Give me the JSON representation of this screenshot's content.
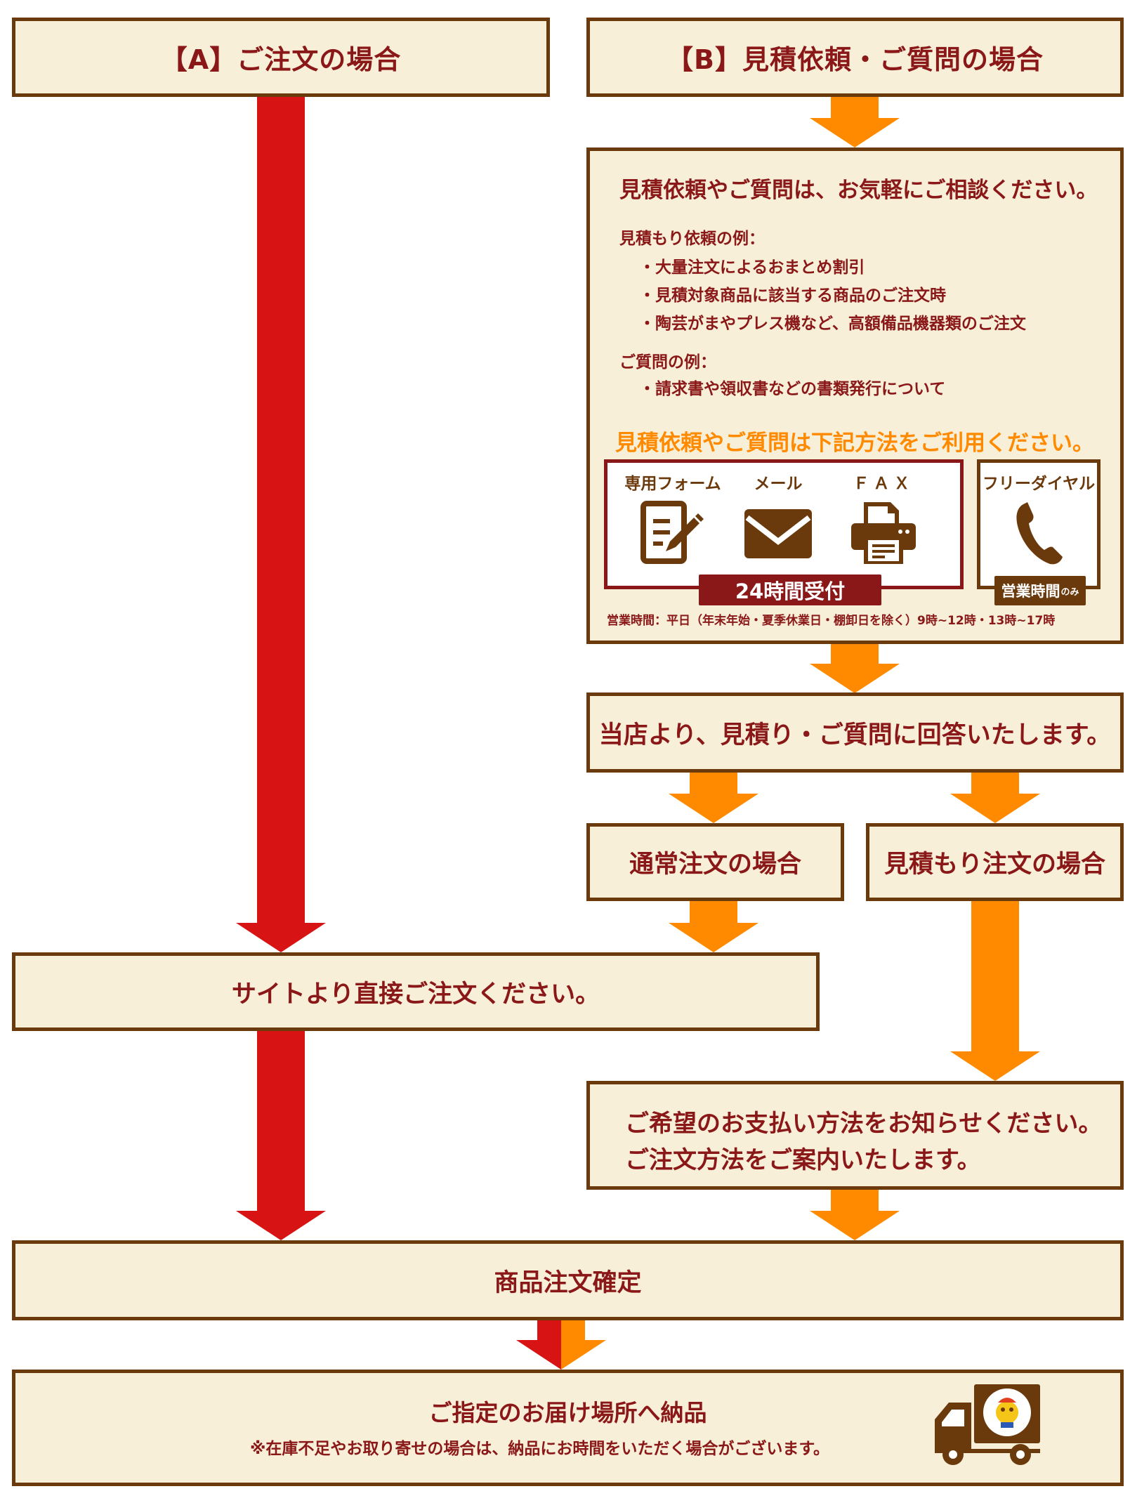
{
  "colors": {
    "box_fill": "#f8efd8",
    "box_border": "#6b3a0c",
    "text": "#8a1818",
    "arrow_a": "#d81313",
    "arrow_b": "#ff8a00",
    "accent_text": "#ff8a00"
  },
  "path_a": {
    "header": "【A】ご注文の場合",
    "direct_order": "サイトより直接ご注文ください。"
  },
  "path_b": {
    "header": "【B】見積依頼・ご質問の場合",
    "info": {
      "lead": "見積依頼やご質問は、お気軽にご相談ください。",
      "estimate_examples_title": "見積もり依頼の例：",
      "estimate_examples": [
        "・大量注文によるおまとめ割引",
        "・見積対象商品に該当する商品のご注文時",
        "・陶芸がまやプレス機など、高額備品機器類のご注文"
      ],
      "question_examples_title": "ご質問の例：",
      "question_examples": [
        "・請求書や領収書などの書類発行について"
      ],
      "cta": "見積依頼やご質問は下記方法をご利用ください。",
      "methods": [
        {
          "label": "専用フォーム",
          "icon": "form-icon"
        },
        {
          "label": "メール",
          "icon": "mail-icon"
        },
        {
          "label": "ＦＡＸ",
          "icon": "fax-icon"
        }
      ],
      "methods_badge": "24時間受付",
      "free_dial": {
        "label": "フリーダイヤル",
        "icon": "phone-icon",
        "badge": "営業時間",
        "badge_suffix": "のみ"
      },
      "business_hours": "営業時間：平日（年末年始・夏季休業日・棚卸日を除く）9時~12時・13時~17時"
    },
    "answer": "当店より、見積り・ご質問に回答いたします。",
    "normal_order": "通常注文の場合",
    "estimate_order": "見積もり注文の場合",
    "payment_lines": [
      "ご希望のお支払い方法をお知らせください。",
      "ご注文方法をご案内いたします。"
    ]
  },
  "confirm": "商品注文確定",
  "delivery": {
    "title": "ご指定のお届け場所へ納品",
    "note": "※在庫不足やお取り寄せの場合は、納品にお時間をいただく場合がございます。",
    "icon": "delivery-truck-icon"
  }
}
